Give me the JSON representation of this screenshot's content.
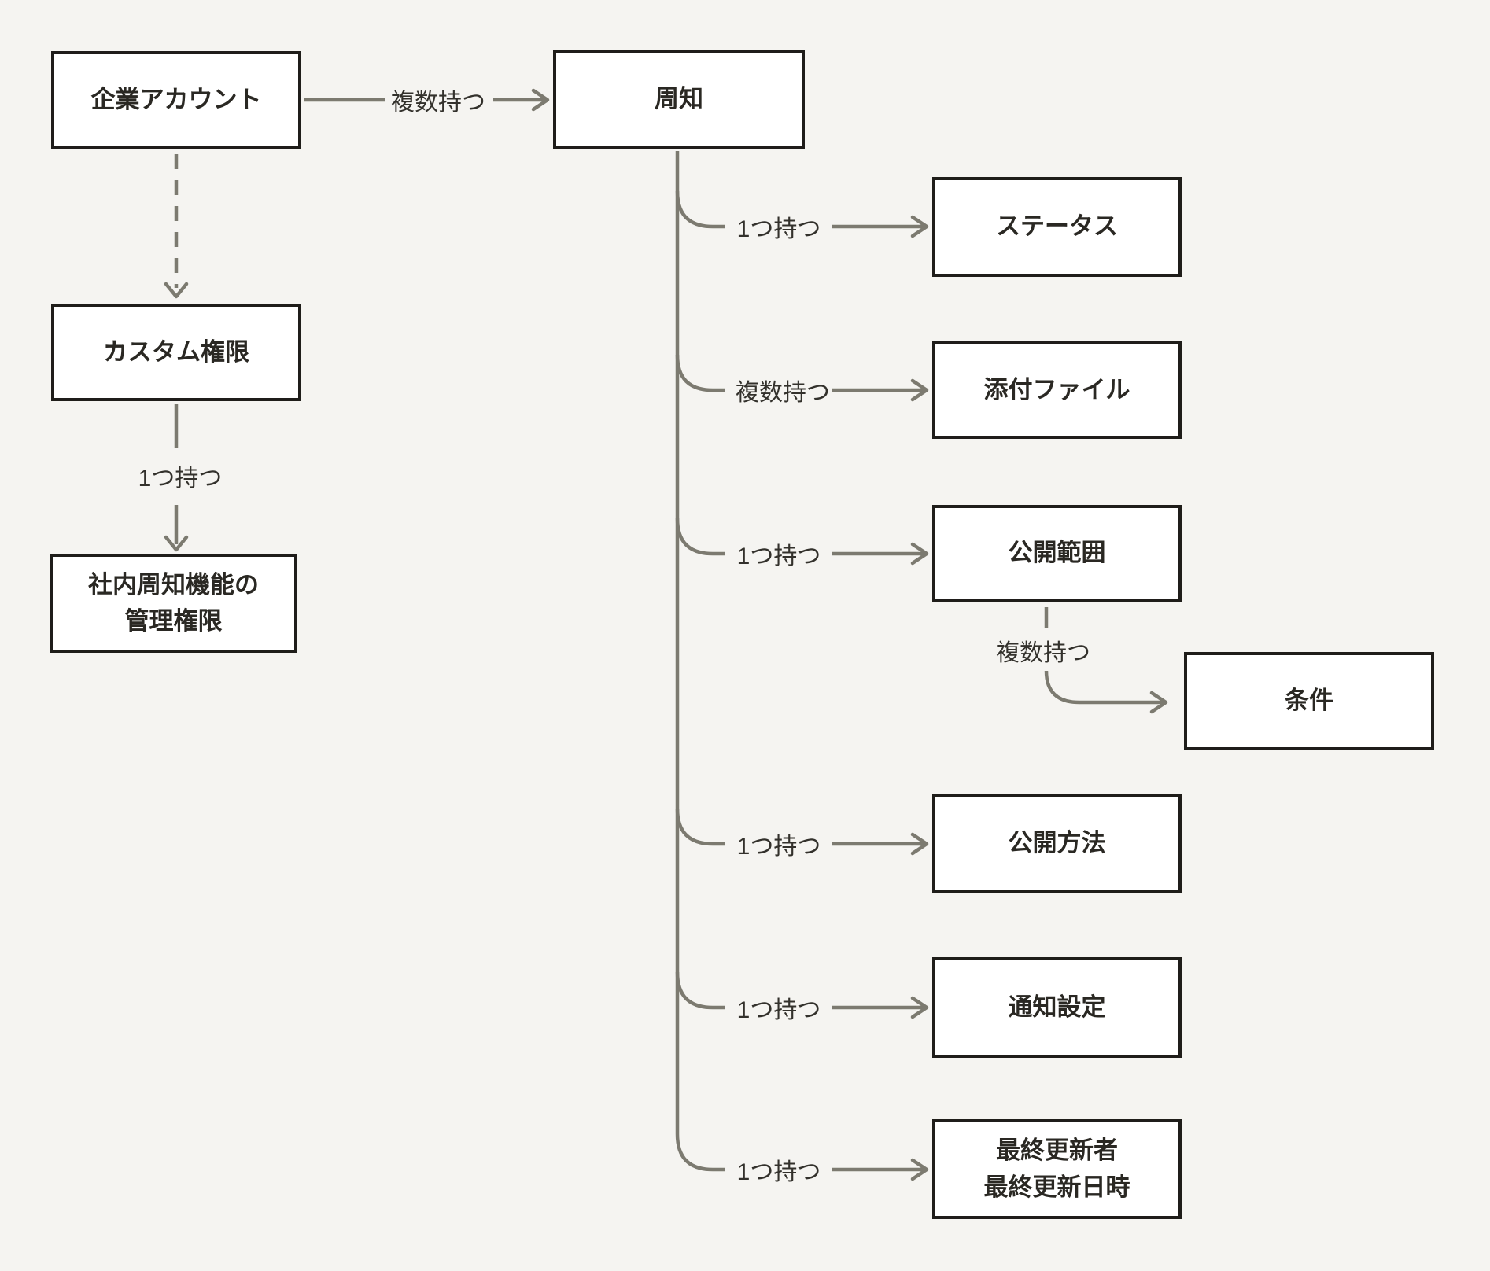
{
  "diagram": {
    "title": "",
    "background_color": "#f5f4f1",
    "box_style": {
      "fill": "#ffffff",
      "border_color": "#1f1d1a",
      "text_color": "#2a2823"
    },
    "connector_style": {
      "line_color": "#7c7a70",
      "label_color": "#33312c"
    },
    "nodes": [
      {
        "id": "company-account",
        "label": "企業アカウント",
        "lines": [
          "企業アカウント"
        ]
      },
      {
        "id": "announcement",
        "label": "周知",
        "lines": [
          "周知"
        ]
      },
      {
        "id": "custom-permission",
        "label": "カスタム権限",
        "lines": [
          "カスタム権限"
        ]
      },
      {
        "id": "internal-admin-permission",
        "label": "社内周知機能の管理権限",
        "lines": [
          "社内周知機能の",
          "管理権限"
        ]
      },
      {
        "id": "status",
        "label": "ステータス",
        "lines": [
          "ステータス"
        ]
      },
      {
        "id": "attachment",
        "label": "添付ファイル",
        "lines": [
          "添付ファイル"
        ]
      },
      {
        "id": "publish-scope",
        "label": "公開範囲",
        "lines": [
          "公開範囲"
        ]
      },
      {
        "id": "condition",
        "label": "条件",
        "lines": [
          "条件"
        ]
      },
      {
        "id": "publish-method",
        "label": "公開方法",
        "lines": [
          "公開方法"
        ]
      },
      {
        "id": "notification-setting",
        "label": "通知設定",
        "lines": [
          "通知設定"
        ]
      },
      {
        "id": "last-updated",
        "label": "最終更新者 最終更新日時",
        "lines": [
          "最終更新者",
          "最終更新日時"
        ]
      }
    ],
    "edges": [
      {
        "from": "company-account",
        "to": "announcement",
        "label": "複数持つ",
        "style": "solid"
      },
      {
        "from": "company-account",
        "to": "custom-permission",
        "label": "",
        "style": "dashed"
      },
      {
        "from": "custom-permission",
        "to": "internal-admin-permission",
        "label": "1つ持つ",
        "style": "solid"
      },
      {
        "from": "announcement",
        "to": "status",
        "label": "1つ持つ",
        "style": "solid"
      },
      {
        "from": "announcement",
        "to": "attachment",
        "label": "複数持つ",
        "style": "solid"
      },
      {
        "from": "announcement",
        "to": "publish-scope",
        "label": "1つ持つ",
        "style": "solid"
      },
      {
        "from": "publish-scope",
        "to": "condition",
        "label": "複数持つ",
        "style": "solid"
      },
      {
        "from": "announcement",
        "to": "publish-method",
        "label": "1つ持つ",
        "style": "solid"
      },
      {
        "from": "announcement",
        "to": "notification-setting",
        "label": "1つ持つ",
        "style": "solid"
      },
      {
        "from": "announcement",
        "to": "last-updated",
        "label": "1つ持つ",
        "style": "solid"
      }
    ]
  }
}
